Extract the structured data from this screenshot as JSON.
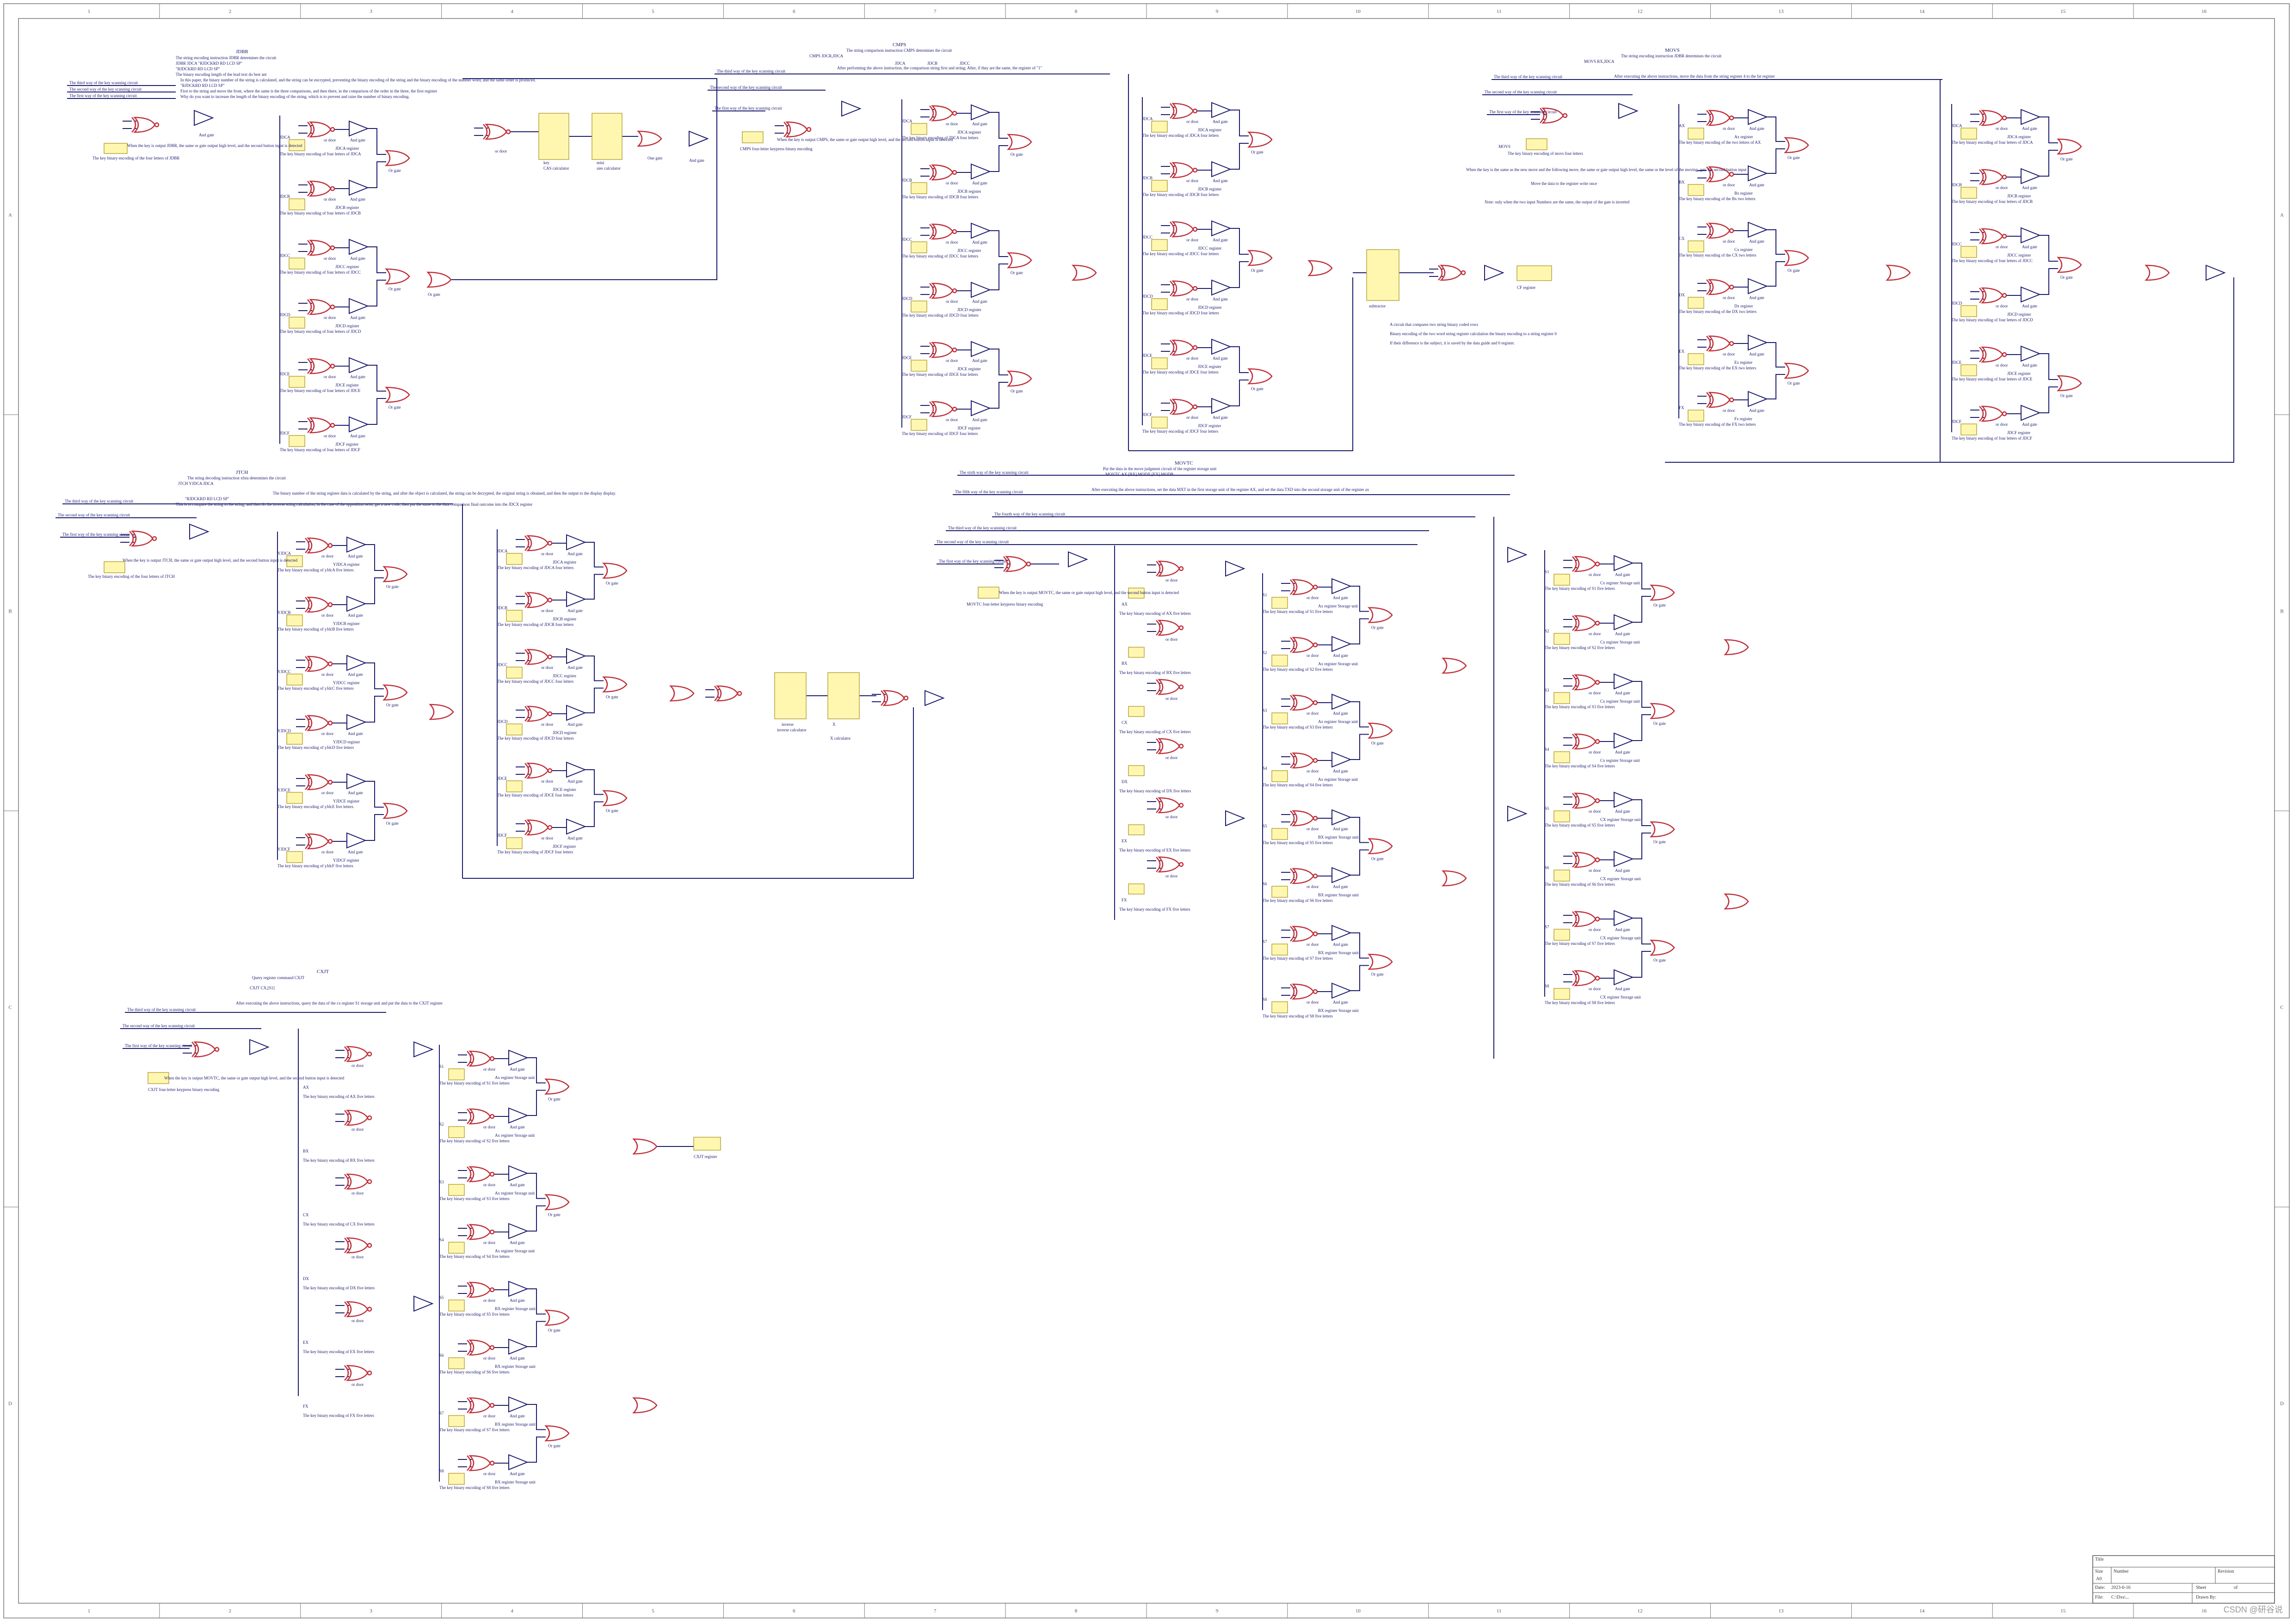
{
  "sheet": {
    "col_labels": [
      "1",
      "2",
      "3",
      "4",
      "5",
      "6",
      "7",
      "8",
      "9",
      "10",
      "11",
      "12",
      "13",
      "14",
      "15",
      "16"
    ],
    "row_labels": [
      "A",
      "B",
      "C",
      "D"
    ],
    "watermark": "CSDN @研谷说",
    "title_block": {
      "title_label": "Title",
      "size_label": "Size",
      "size_value": "A0",
      "number_label": "Number",
      "revision_label": "Revision",
      "date_label": "Date:",
      "date_value": "2023-6-16",
      "file_label": "File:",
      "file_value": "C:\\Dxs\\...",
      "sheet_label": "Sheet",
      "sheet_of": "of",
      "drawn_label": "Drawn By:"
    }
  },
  "modules": {
    "judge": {
      "title": "JDBR",
      "desc_lines": [
        "The string encoding instruction JDBR determines the circuit",
        "JDBR  JDCA  \"RJDCKRD  RD  LCD  SP\"",
        "\"RJDCKRD RD  LCD  SP\"",
        "The binary encoding length of the lead text do best ant",
        "In this paper, the binary number of the string is calculated, and the string can be encrypted, preventing the binary encoding of the string and the binary encoding of the number word, and the same order is produced.",
        "\"RJDCKRD  RD  LCD  SP\"",
        "First to the string and move the front, where the same is the three comparisons, and then there, in the comparison of the order in the three, the first register",
        "Why do you want to increase the length of the binary encoding of the string, which is to prevent and raise the number of binary encoding."
      ],
      "scan_1": "The first way of the key scanning circuit",
      "scan_2": "The second way of the key scanning circuit",
      "scan_3": "The third way of the key scanning circuit",
      "note_1": "When the key is output JDBR, the same or gate output high level, and the second button input is detected",
      "note_2": "The key binary encoding of the four letters of JDBR",
      "rows": [
        {
          "reg": "JDCA",
          "text": "The key binary encoding of four letters of JDCA",
          "reg2": "JDCA register"
        },
        {
          "reg": "JDCB",
          "text": "The key binary encoding of four letters of JDCB",
          "reg2": "JDCB register"
        },
        {
          "reg": "JDCC",
          "text": "The key binary encoding of four letters of JDCC",
          "reg2": "JDCC register"
        },
        {
          "reg": "JDCD",
          "text": "The key binary encoding of four letters of JDCD",
          "reg2": "JDCD register"
        },
        {
          "reg": "JDCE",
          "text": "The key binary encoding of four letters of JDCE",
          "reg2": "JDCE register"
        },
        {
          "reg": "JDCF",
          "text": "The key binary encoding of four letters of JDCF",
          "reg2": "JDCF register"
        }
      ],
      "blocks": [
        {
          "label": "key",
          "sub": "CAS calculator"
        },
        {
          "label": "mini",
          "sub": "aies calculator"
        }
      ],
      "gates": {
        "and": "And gate",
        "or": "Or gate",
        "xor": "or door",
        "one": "One gate"
      }
    },
    "compare": {
      "title": "CMPS",
      "desc_1": "The string comparison instruction CMPS determines the circuit",
      "desc_2": "CMPS JDCR,JDCA",
      "desc_3": "After performing the above instruction, the comparison string first and string; After, if they are the same, the register of \"1\"",
      "regs_top": [
        "JDCA",
        "JDCB",
        "JDCC"
      ],
      "scan_3": "The third way of the key scanning circuit",
      "scan_2": "The second way of the key scanning circuit",
      "scan_1": "The first way of the key scanning circuit",
      "note_1": "When the key is output CMPS, the same or gate output high level, and the second button input is detected",
      "note_2": "CMPS four-letter keypress binary encoding",
      "rows": [
        {
          "reg": "JDCA",
          "text": "The key binary encoding of JDCA four letters",
          "reg2": "JDCA register"
        },
        {
          "reg": "JDCB",
          "text": "The key binary encoding of JDCB four letters",
          "reg2": "JDCB register"
        },
        {
          "reg": "JDCC",
          "text": "The key binary encoding of JDCC four letters",
          "reg2": "JDCC register"
        },
        {
          "reg": "JDCD",
          "text": "The key binary encoding of JDCD four letters",
          "reg2": "JDCD register"
        },
        {
          "reg": "JDCE",
          "text": "The key binary encoding of JDCE four letters",
          "reg2": "JDCE register"
        },
        {
          "reg": "JDCF",
          "text": "The key binary encoding of JDCF four letters",
          "reg2": "JDCF register"
        }
      ],
      "block": {
        "label": "subtractor"
      },
      "result_1": "A circuit that compares two string binary coded rows",
      "result_2": "Binary encoding of the two word string register calculation the binary encoding to a string register 0",
      "result_3": "If their difference is the subject, it is saved by the data guide and 0 register.",
      "cf": "CF register"
    },
    "move": {
      "title": "MOVS",
      "desc_1": "The string encoding instruction JDBR determines the circuit",
      "desc_2": "MOVS  RX,JDCA",
      "desc_3": "After executing the above instructions, move the data from the string register 4 to the fat register",
      "scan_3": "The third way of the key scanning circuit",
      "scan_2": "The second way of the key scanning circuit",
      "scan_1": "The first way of the key scanning circuit",
      "note_1": "MOVS",
      "note_2": "The key binary encoding of movs four letters",
      "note_3": "When the key is the same as the new move and the following move, the same or gate output high level, the same or the level of the moving, gets the second button input",
      "note_4": "Move the data to the register write once",
      "note_5": "Note: only when the two input Numbers are the same, the output of the gate is inverted",
      "rows": [
        {
          "reg": "AX",
          "text": "The key binary encoding of the two letters of AX",
          "reg2": "Ax register"
        },
        {
          "reg": "BX",
          "text": "The key binary encoding of the Bx two letters",
          "reg2": "Bx register"
        },
        {
          "reg": "CX",
          "text": "The key binary encoding of the CX two letters",
          "reg2": "Cx register"
        },
        {
          "reg": "DX",
          "text": "The key binary encoding of the DX two letters",
          "reg2": "Dx register"
        },
        {
          "reg": "EX",
          "text": "The key binary encoding of the EX two letters",
          "reg2": "Ex register"
        },
        {
          "reg": "FX",
          "text": "The key binary encoding of the FX two letters",
          "reg2": "Fx register"
        }
      ],
      "rows_right": [
        {
          "reg": "JDCA",
          "text": "The key binary encoding of four letters of JDCA",
          "reg2": "JDCA register"
        },
        {
          "reg": "JDCB",
          "text": "The key binary encoding of four letters of JDCB",
          "reg2": "JDCB register"
        },
        {
          "reg": "JDCC",
          "text": "The key binary encoding of four letters of JDCC",
          "reg2": "JDCC register"
        },
        {
          "reg": "JDCD",
          "text": "The key binary encoding of four letters of JDCD",
          "reg2": "JDCD register"
        },
        {
          "reg": "JDCE",
          "text": "The key binary encoding of four letters of JDCE",
          "reg2": "JDCE register"
        },
        {
          "reg": "JDCF",
          "text": "The key binary encoding of four letters of JDCF",
          "reg2": "JDCF register"
        }
      ]
    },
    "jtch": {
      "title": "JTCH",
      "desc_1": "The string decoding instruction xfsta determines the circuit",
      "desc_2": "JTCH  YJDCA  JDCA",
      "desc_3": "The binary number of the string register data is calculated by the string, and after the object is calculated, the string can be decrypted, the original string is obtained, and then the output to the display display.",
      "desc_4": "\"RJDCKRD  RD  LCD  SP\"",
      "desc_5": "This is to compare the string to the string, and then do the inverse string calculation, in the case of the opposition twist, get a new code, then put the same to the data comparison final outcome into the JDCX register",
      "scan_3": "The third way of the key scanning circuit",
      "scan_2": "The second way of the key scanning circuit",
      "scan_1": "The first way of the key scanning circuit",
      "note_1": "When the key is output JTCH, the same or gate output high level, and the second button input is detected",
      "note_2": "The key binary encoding of the four letters of JTCH",
      "rows": [
        {
          "reg": "YJDCA",
          "text": "The key binary encoding of yJdcA five letters",
          "reg2": "YJDCA register"
        },
        {
          "reg": "YJDCB",
          "text": "The key binary encoding of yJdcB five letters",
          "reg2": "YJDCB register"
        },
        {
          "reg": "YJDCC",
          "text": "The key binary encoding of yJdcC five letters",
          "reg2": "YJDCC register"
        },
        {
          "reg": "YJDCD",
          "text": "The key binary encoding of yJdcD five letters",
          "reg2": "YJDCD register"
        },
        {
          "reg": "YJDCE",
          "text": "The key binary encoding of yJdcE five letters",
          "reg2": "YJDCE register"
        },
        {
          "reg": "YJDCF",
          "text": "The key binary encoding of yJdcF five letters",
          "reg2": "YJDCF register"
        }
      ],
      "rows_mid": [
        {
          "reg": "JDCA",
          "text": "The key binary encoding of JDCA  four letters",
          "reg2": "JDCA register"
        },
        {
          "reg": "JDCB",
          "text": "The key binary encoding of JDCB  four letters",
          "reg2": "JDCB register"
        },
        {
          "reg": "JDCC",
          "text": "The key binary encoding of JDCC  four letters",
          "reg2": "JDCC register"
        },
        {
          "reg": "JDCD",
          "text": "The key binary encoding of JDCD  four letters",
          "reg2": "JDCD register"
        },
        {
          "reg": "JDCE",
          "text": "The key binary encoding of JDCE  four letters",
          "reg2": "JDCE register"
        },
        {
          "reg": "JDCF",
          "text": "The key binary encoding of JDCF  four letters",
          "reg2": "JDCF register"
        }
      ],
      "blocks": [
        {
          "label": "inverse",
          "sub": "inverse calculator"
        },
        {
          "label": "X",
          "sub": "X    calculator"
        }
      ]
    },
    "movtc": {
      "title": "MOVTC",
      "desc_1": "Put the data in the move judgment circuit of the register storage unit",
      "desc_2": "MOVTC  AX  [BX]  MODX,[EX]  MODB",
      "desc_3": "After executing the above instructions, set the data MXT in the first storage unit of the register AX, and set the data TXD into the second storage unit of the register ax",
      "scan_6": "The sixth way of the key scanning circuit",
      "scan_5": "The fifth way of the key scanning circuit",
      "scan_4": "The fourth way of the key scanning circuit",
      "scan_3": "The third way of the key scanning circuit",
      "scan_2": "The second way of the key scanning circuit",
      "scan_1": "The first way of the key scanning circuit",
      "note_1": "When the key is output MOVTC, the same or gate output high level, and the second button input is detected",
      "note_2": "MOVTC four-letter keypress binary encoding",
      "rows": [
        {
          "reg": "AX",
          "text": "The key binary encoding of AX five letters"
        },
        {
          "reg": "BX",
          "text": "The key binary encoding of BX five letters"
        },
        {
          "reg": "CX",
          "text": "The key binary encoding of CX five letters"
        },
        {
          "reg": "DX",
          "text": "The key binary encoding of DX five letters"
        },
        {
          "reg": "EX",
          "text": "The key binary encoding of EX five letters"
        },
        {
          "reg": "FX",
          "text": "The key binary encoding of FX five letters"
        }
      ],
      "store_rows": [
        {
          "reg": "S1",
          "text": "The key binary encoding of S1 five letters",
          "reg2": "Ax register Storage unit"
        },
        {
          "reg": "S2",
          "text": "The key binary encoding of S2 five letters",
          "reg2": "Ax register Storage unit"
        },
        {
          "reg": "S3",
          "text": "The key binary encoding of S3 five letters",
          "reg2": "Ax register Storage unit"
        },
        {
          "reg": "S4",
          "text": "The key binary encoding of S4 five letters",
          "reg2": "Ax register Storage unit"
        },
        {
          "reg": "S5",
          "text": "The key binary encoding of S5 five letters",
          "reg2": "BX register Storage unit"
        },
        {
          "reg": "S6",
          "text": "The key binary encoding of S6 five letters",
          "reg2": "BX register Storage unit"
        },
        {
          "reg": "S7",
          "text": "The key binary encoding of S7 five letters",
          "reg2": "BX register Storage unit"
        },
        {
          "reg": "S8",
          "text": "The key binary encoding of S8 five letters",
          "reg2": "BX register Storage unit"
        }
      ],
      "store_rows_right": [
        {
          "reg": "S1",
          "text": "The key binary encoding of S1 five letters",
          "reg2": "Cx register Storage unit"
        },
        {
          "reg": "S2",
          "text": "The key binary encoding of S2 five letters",
          "reg2": "Cx register Storage unit"
        },
        {
          "reg": "S3",
          "text": "The key binary encoding of S3 five letters",
          "reg2": "Cx register Storage unit"
        },
        {
          "reg": "S4",
          "text": "The key binary encoding of S4 five letters",
          "reg2": "Cx register Storage unit"
        },
        {
          "reg": "S5",
          "text": "The key binary encoding of S5 five letters",
          "reg2": "CX register Storage unit"
        },
        {
          "reg": "S6",
          "text": "The key binary encoding of S6 five letters",
          "reg2": "CX register Storage unit"
        },
        {
          "reg": "S7",
          "text": "The key binary encoding of S7 five letters",
          "reg2": "CX register Storage unit"
        },
        {
          "reg": "S8",
          "text": "The key binary encoding of S8 five letters",
          "reg2": "CX register Storage unit"
        }
      ]
    },
    "cxjt": {
      "title": "CXJT",
      "desc_1": "Query register command CXJT",
      "desc_2": "CXJT   CX,[S1]",
      "desc_3": "After executing the above instructions, query the data of the cx register S1 storage unit and put the data to the CXJT register",
      "scan_3": "The third way of the key scanning circuit",
      "scan_2": "The second way of the key scanning circuit",
      "scan_1": "The first way of the key scanning circuit",
      "note_1": "When the key is output MOVTC, the same or gate output high level, and the second button input is detected",
      "note_2": "CXJT four-letter keypress binary encoding",
      "rows": [
        {
          "reg": "AX",
          "text": "The key binary encoding of AX five letters"
        },
        {
          "reg": "BX",
          "text": "The key binary encoding of BX five letters"
        },
        {
          "reg": "CX",
          "text": "The key binary encoding of CX five letters"
        },
        {
          "reg": "DX",
          "text": "The key binary encoding of DX five letters"
        },
        {
          "reg": "EX",
          "text": "The key binary encoding of EX five letters"
        },
        {
          "reg": "FX",
          "text": "The key binary encoding of FX five letters"
        }
      ],
      "store_rows": [
        {
          "reg": "S1",
          "text": "The key binary encoding of S1 five letters",
          "reg2": "Ax register Storage unit"
        },
        {
          "reg": "S2",
          "text": "The key binary encoding of S2 five letters",
          "reg2": "Ax register Storage unit"
        },
        {
          "reg": "S3",
          "text": "The key binary encoding of S3 five letters",
          "reg2": "Ax register Storage unit"
        },
        {
          "reg": "S4",
          "text": "The key binary encoding of S4 five letters",
          "reg2": "Ax register Storage unit"
        },
        {
          "reg": "S5",
          "text": "The key binary encoding of S5 five letters",
          "reg2": "BX register Storage unit"
        },
        {
          "reg": "S6",
          "text": "The key binary encoding of S6 five letters",
          "reg2": "BX register Storage unit"
        },
        {
          "reg": "S7",
          "text": "The key binary encoding of S7 five letters",
          "reg2": "BX register Storage unit"
        },
        {
          "reg": "S8",
          "text": "The key binary encoding of S8 five letters",
          "reg2": "BX register Storage unit"
        }
      ],
      "result": "CXJT register"
    }
  }
}
